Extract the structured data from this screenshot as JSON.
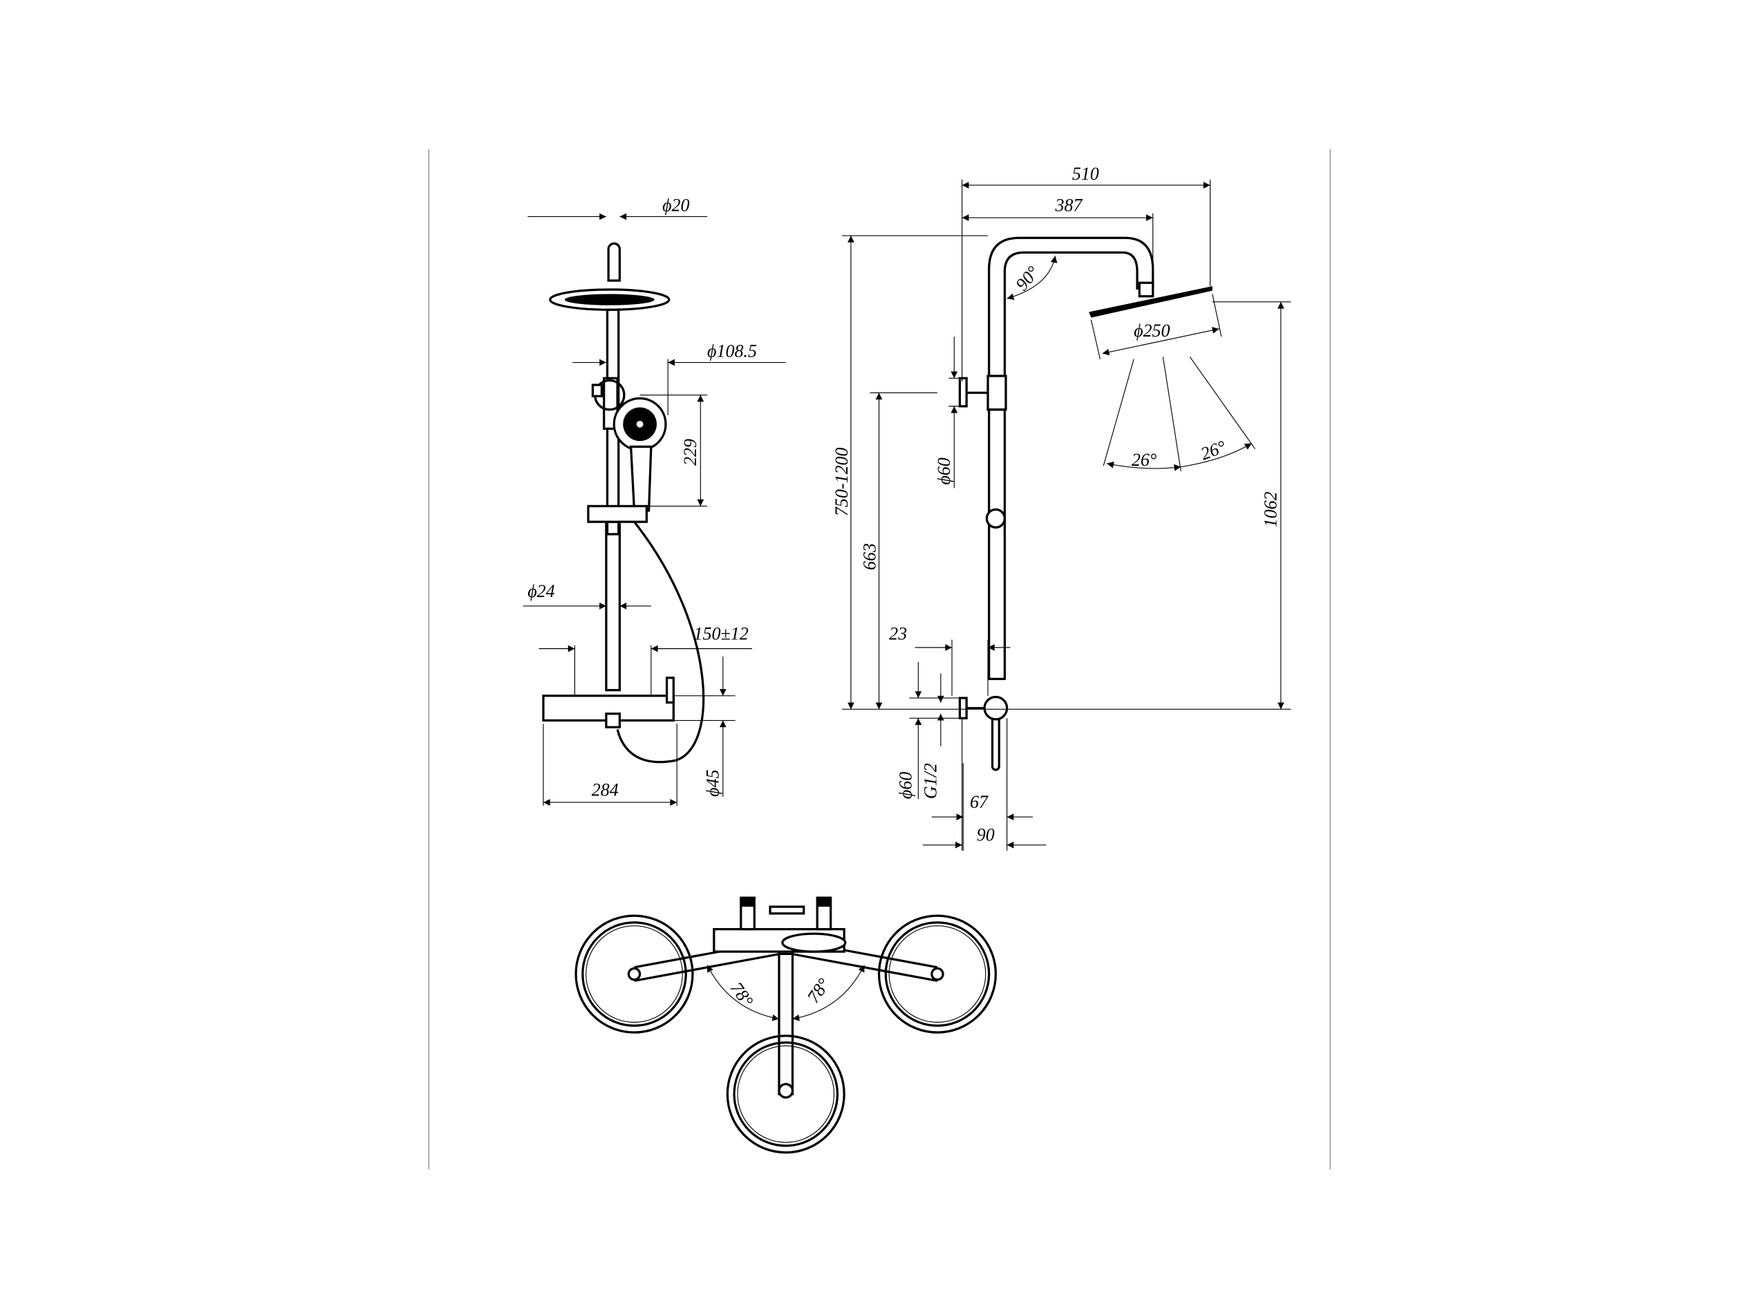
{
  "front_view": {
    "dia_top_pipe": "ϕ20",
    "dia_hand_shower": "ϕ108.5",
    "hand_shower_height": "229",
    "dia_riser": "ϕ24",
    "hose_offset": "150±12",
    "mixer_width": "284",
    "dia_inlet": "ϕ45"
  },
  "side_view": {
    "total_reach": "510",
    "head_reach": "387",
    "arm_angle": "90°",
    "dia_head": "ϕ250",
    "tilt_left": "26°",
    "tilt_right": "26°",
    "height_range": "750-1200",
    "height_head": "1062",
    "bracket_height": "663",
    "dia_bracket": "ϕ60",
    "offset_23": "23",
    "dia_escutcheon": "ϕ60",
    "thread": "G1/2",
    "depth_67": "67",
    "depth_90": "90"
  },
  "top_view": {
    "angle_left": "78°",
    "angle_right": "78°"
  }
}
